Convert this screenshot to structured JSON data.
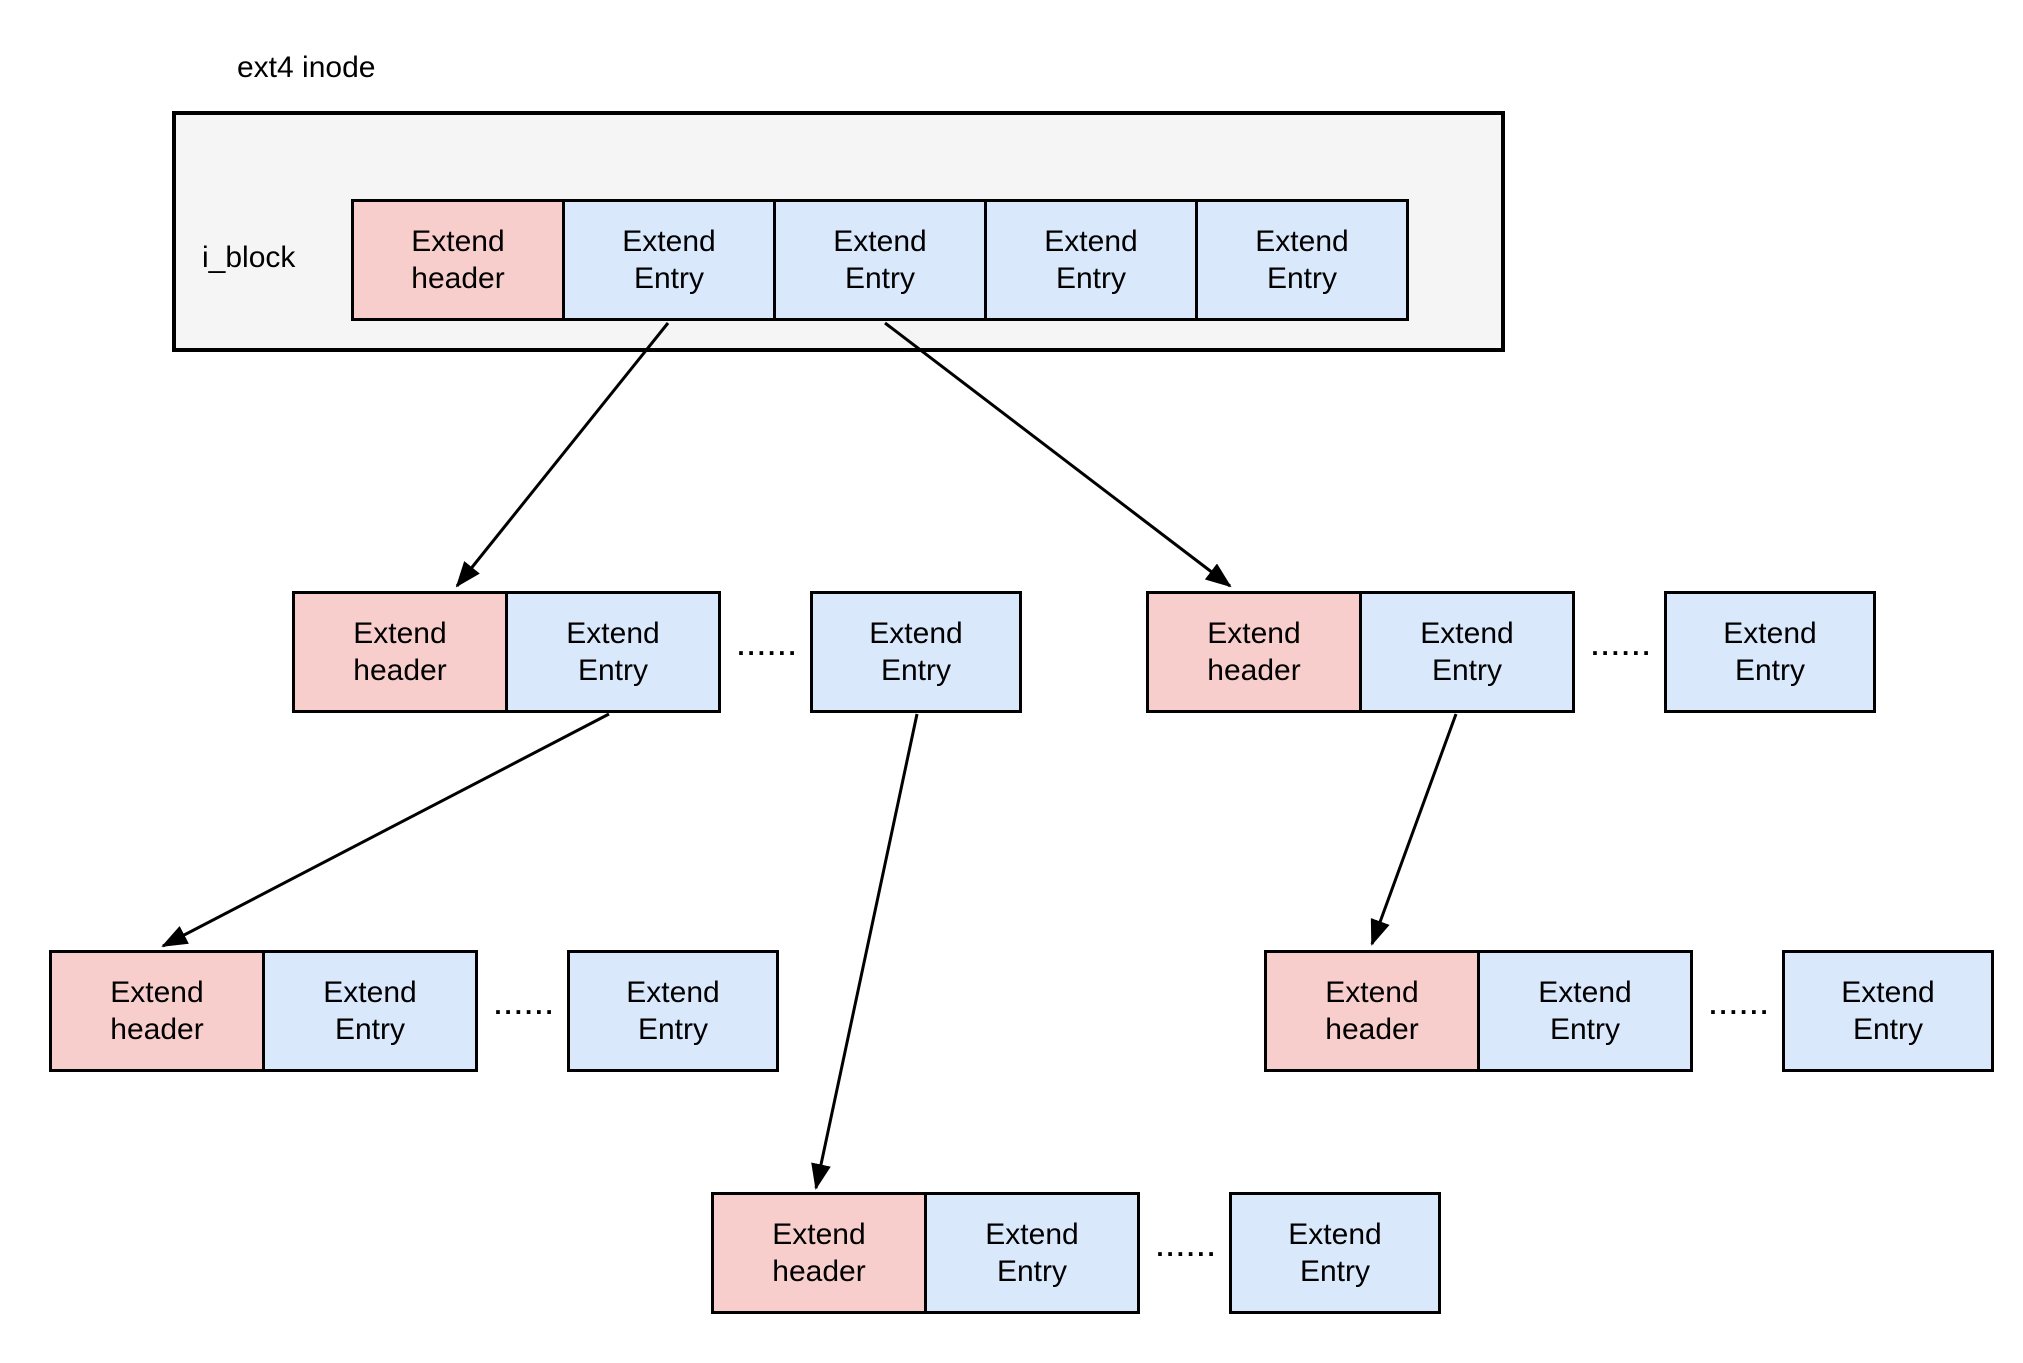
{
  "labels": {
    "inode": "ext4 inode",
    "iblock": "i_block",
    "header": "Extend\nheader",
    "entry": "Extend\nEntry",
    "dots": "......"
  },
  "colors": {
    "header_fill": "#f8cecc",
    "entry_fill": "#dae8fc",
    "inode_fill": "#f5f5f5",
    "border": "#000000",
    "arrow": "#000000",
    "background": "#ffffff"
  },
  "structure": {
    "root": {
      "title": "ext4 inode",
      "field": "i_block",
      "cells": [
        "Extend header",
        "Extend Entry",
        "Extend Entry",
        "Extend Entry",
        "Extend Entry"
      ]
    },
    "index_blocks": [
      {
        "id": "index-left",
        "cells": [
          "Extend header",
          "Extend Entry",
          "......",
          "Extend Entry"
        ]
      },
      {
        "id": "index-right",
        "cells": [
          "Extend header",
          "Extend Entry",
          "......",
          "Extend Entry"
        ]
      },
      {
        "id": "leaf-left",
        "cells": [
          "Extend header",
          "Extend Entry",
          "......",
          "Extend Entry"
        ]
      },
      {
        "id": "leaf-right",
        "cells": [
          "Extend header",
          "Extend Entry",
          "......",
          "Extend Entry"
        ]
      },
      {
        "id": "leaf-bottom",
        "cells": [
          "Extend header",
          "Extend Entry",
          "......",
          "Extend Entry"
        ]
      }
    ],
    "edges": [
      {
        "from": "inode.entry-1",
        "to": "index-left.header"
      },
      {
        "from": "inode.entry-2",
        "to": "index-right.header"
      },
      {
        "from": "index-left.entry-1",
        "to": "leaf-left.header"
      },
      {
        "from": "index-left.entry-2",
        "to": "leaf-bottom.header"
      },
      {
        "from": "index-right.entry-1",
        "to": "leaf-right.header"
      }
    ]
  }
}
